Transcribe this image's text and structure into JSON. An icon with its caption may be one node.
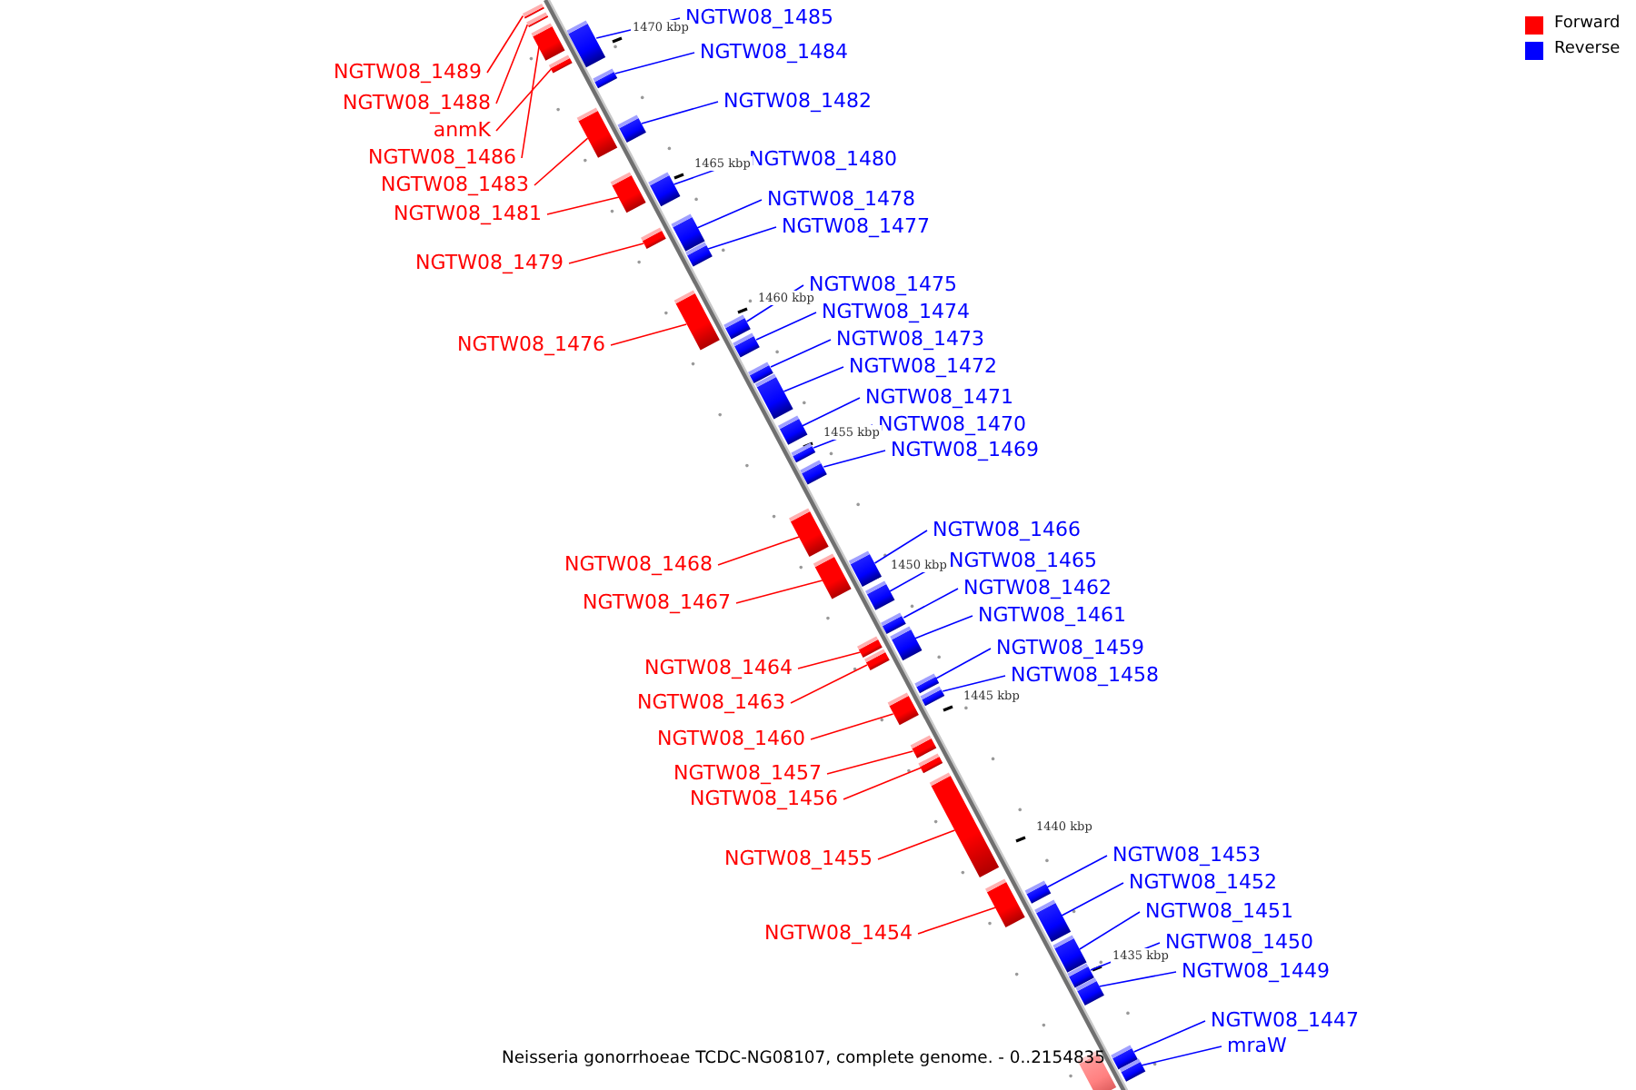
{
  "diagram": {
    "caption": "Neisseria gonorrhoeae TCDC-NG08107, complete genome. - 0..2154835",
    "nodes": [
      {
        "text": [
          "NGTW08_1485"
        ]
      },
      {
        "text": [],
        "shape": "bar"
      },
      {
        "text": [
          "NGTW08_1484"
        ]
      },
      {
        "text": [],
        "shape": "bar"
      },
      {
        "text": [
          "NGTW08_1489"
        ]
      },
      {
        "text": [],
        "shape": "bar"
      },
      {
        "text": [
          "NGTW08_1482"
        ]
      },
      {
        "text": [],
        "shape": "bar"
      },
      {
        "text": [
          "NGTW08_1488"
        ]
      },
      {
        "text": [],
        "shape": "bar"
      },
      {
        "text": [
          "anmK"
        ]
      },
      {
        "text": [],
        "shape": "bar"
      },
      {
        "text": [
          "NGTW08_1486"
        ]
      },
      {
        "text": [],
        "shape": "bar"
      },
      {
        "text": [
          "NGTW08_1480"
        ]
      },
      {
        "text": [],
        "shape": "bar"
      },
      {
        "text": [
          "NGTW08_1483"
        ]
      },
      {
        "text": [],
        "shape": "bar"
      },
      {
        "text": [
          "NGTW08_1478"
        ]
      },
      {
        "text": [],
        "shape": "bar"
      },
      {
        "text": [
          "NGTW08_1481"
        ]
      },
      {
        "text": [],
        "shape": "bar"
      },
      {
        "text": [
          "NGTW08_1477"
        ]
      },
      {
        "text": [],
        "shape": "bar"
      },
      {
        "text": [
          "NGTW08_1479"
        ]
      },
      {
        "text": [],
        "shape": "bar"
      },
      {
        "text": [
          "NGTW08_1475"
        ]
      },
      {
        "text": [],
        "shape": "bar"
      },
      {
        "text": [
          "NGTW08_1474"
        ]
      },
      {
        "text": [],
        "shape": "bar"
      },
      {
        "text": [
          "NGTW08_1473"
        ]
      },
      {
        "text": [],
        "shape": "bar"
      },
      {
        "text": [
          "NGTW08_1476"
        ]
      },
      {
        "text": [],
        "shape": "bar"
      },
      {
        "text": [
          "NGTW08_1472"
        ]
      },
      {
        "text": [],
        "shape": "bar"
      },
      {
        "text": [
          "NGTW08_1471"
        ]
      },
      {
        "text": [],
        "shape": "bar"
      },
      {
        "text": [
          "NGTW08_1470"
        ]
      },
      {
        "text": [],
        "shape": "bar"
      },
      {
        "text": [
          "NGTW08_1469"
        ]
      },
      {
        "text": [],
        "shape": "bar"
      },
      {
        "text": [
          "NGTW08_1466"
        ]
      },
      {
        "text": [],
        "shape": "bar"
      },
      {
        "text": [
          "NGTW08_1465"
        ]
      },
      {
        "text": [],
        "shape": "bar"
      },
      {
        "text": [
          "NGTW08_1468"
        ]
      },
      {
        "text": [],
        "shape": "bar"
      },
      {
        "text": [
          "NGTW08_1462"
        ]
      },
      {
        "text": [],
        "shape": "bar"
      },
      {
        "text": [
          "NGTW08_1467"
        ]
      },
      {
        "text": [],
        "shape": "bar"
      },
      {
        "text": [
          "NGTW08_1461"
        ]
      },
      {
        "text": [],
        "shape": "bar"
      },
      {
        "text": [
          "NGTW08_1459"
        ]
      },
      {
        "text": [],
        "shape": "bar"
      },
      {
        "text": [
          "NGTW08_1464"
        ]
      },
      {
        "text": [],
        "shape": "bar"
      },
      {
        "text": [
          "NGTW08_1458"
        ]
      },
      {
        "text": [],
        "shape": "bar"
      },
      {
        "text": [
          "NGTW08_1463"
        ]
      },
      {
        "text": [],
        "shape": "bar"
      },
      {
        "text": [
          "NGTW08_1460"
        ]
      },
      {
        "text": [],
        "shape": "bar"
      },
      {
        "text": [
          "NGTW08_1457"
        ]
      },
      {
        "text": [],
        "shape": "bar"
      },
      {
        "text": [
          "NGTW08_1456"
        ]
      },
      {
        "text": [],
        "shape": "bar"
      },
      {
        "text": [
          "NGTW08_1453"
        ]
      },
      {
        "text": [],
        "shape": "bar"
      },
      {
        "text": [
          "NGTW08_1455"
        ]
      },
      {
        "text": [],
        "shape": "bar"
      },
      {
        "text": [
          "NGTW08_1452"
        ]
      },
      {
        "text": [],
        "shape": "bar"
      },
      {
        "text": [
          "NGTW08_1451"
        ]
      },
      {
        "text": [],
        "shape": "bar"
      },
      {
        "text": [
          "NGTW08_1454"
        ]
      },
      {
        "text": [],
        "shape": "bar"
      },
      {
        "text": [
          "NGTW08_1450"
        ]
      },
      {
        "text": [],
        "shape": "bar"
      },
      {
        "text": [
          "NGTW08_1449"
        ]
      },
      {
        "text": [],
        "shape": "bar"
      },
      {
        "text": [
          "NGTW08_1447"
        ]
      },
      {
        "text": [],
        "shape": "bar"
      },
      {
        "text": [
          "mraW"
        ]
      },
      {
        "text": [],
        "shape": "bar"
      },
      {
        "text": [],
        "shape": "bar"
      }
    ],
    "edges": [
      {
        "from": 0,
        "to": 1,
        "arrow": "none"
      },
      {
        "from": 2,
        "to": 3,
        "arrow": "none"
      },
      {
        "from": 4,
        "to": 5,
        "arrow": "none",
        "color": "#ff0000"
      },
      {
        "from": 6,
        "to": 7,
        "arrow": "none"
      },
      {
        "from": 8,
        "to": 9,
        "arrow": "none",
        "color": "#ff0000"
      },
      {
        "from": 10,
        "to": 11,
        "arrow": "none",
        "color": "#ff0000"
      },
      {
        "from": 12,
        "to": 13,
        "arrow": "none",
        "color": "#ff0000"
      },
      {
        "from": 14,
        "to": 15,
        "arrow": "none"
      },
      {
        "from": 16,
        "to": 17,
        "arrow": "none",
        "color": "#ff0000"
      },
      {
        "from": 18,
        "to": 19,
        "arrow": "none"
      },
      {
        "from": 20,
        "to": 21,
        "arrow": "none",
        "color": "#ff0000"
      },
      {
        "from": 22,
        "to": 23,
        "arrow": "none"
      },
      {
        "from": 24,
        "to": 25,
        "arrow": "none",
        "color": "#ff0000"
      },
      {
        "from": 26,
        "to": 27,
        "arrow": "none"
      },
      {
        "from": 28,
        "to": 29,
        "arrow": "none"
      },
      {
        "from": 30,
        "to": 31,
        "arrow": "none"
      },
      {
        "from": 32,
        "to": 33,
        "arrow": "none",
        "color": "#ff0000"
      },
      {
        "from": 34,
        "to": 35,
        "arrow": "none"
      },
      {
        "from": 36,
        "to": 37,
        "arrow": "none"
      },
      {
        "from": 38,
        "to": 39,
        "arrow": "none"
      },
      {
        "from": 40,
        "to": 41,
        "arrow": "none"
      },
      {
        "from": 42,
        "to": 43,
        "arrow": "none"
      },
      {
        "from": 44,
        "to": 45,
        "arrow": "none"
      },
      {
        "from": 46,
        "to": 47,
        "arrow": "none",
        "color": "#ff0000"
      },
      {
        "from": 48,
        "to": 49,
        "arrow": "none"
      },
      {
        "from": 50,
        "to": 51,
        "arrow": "none",
        "color": "#ff0000"
      },
      {
        "from": 52,
        "to": 53,
        "arrow": "none"
      },
      {
        "from": 54,
        "to": 55,
        "arrow": "none"
      },
      {
        "from": 56,
        "to": 57,
        "arrow": "none",
        "color": "#ff0000"
      },
      {
        "from": 58,
        "to": 59,
        "arrow": "none"
      },
      {
        "from": 60,
        "to": 61,
        "arrow": "none",
        "color": "#ff0000"
      },
      {
        "from": 62,
        "to": 63,
        "arrow": "none",
        "color": "#ff0000"
      },
      {
        "from": 64,
        "to": 65,
        "arrow": "none",
        "color": "#ff0000"
      },
      {
        "from": 66,
        "to": 67,
        "arrow": "none",
        "color": "#ff0000"
      },
      {
        "from": 68,
        "to": 69,
        "arrow": "none"
      },
      {
        "from": 70,
        "to": 71,
        "arrow": "none",
        "color": "#ff0000"
      },
      {
        "from": 72,
        "to": 73,
        "arrow": "none"
      },
      {
        "from": 74,
        "to": 75,
        "arrow": "none"
      },
      {
        "from": 76,
        "to": 77,
        "arrow": "none",
        "color": "#ff0000"
      },
      {
        "from": 78,
        "to": 79,
        "arrow": "none"
      },
      {
        "from": 80,
        "to": 81,
        "arrow": "none"
      },
      {
        "from": 82,
        "to": 83,
        "arrow": "none"
      },
      {
        "from": 84,
        "to": 85,
        "arrow": "none"
      }
    ],
    "labels": [
      "1470 kbp",
      "1465 kbp",
      "1460 kbp",
      "1455 kbp",
      "1450 kbp",
      "1445 kbp",
      "1440 kbp",
      "1435 kbp"
    ],
    "legend": [
      {
        "text": "Forward",
        "color": "#ff0000"
      },
      {
        "text": "Reverse",
        "color": "#0000ff"
      }
    ]
  }
}
